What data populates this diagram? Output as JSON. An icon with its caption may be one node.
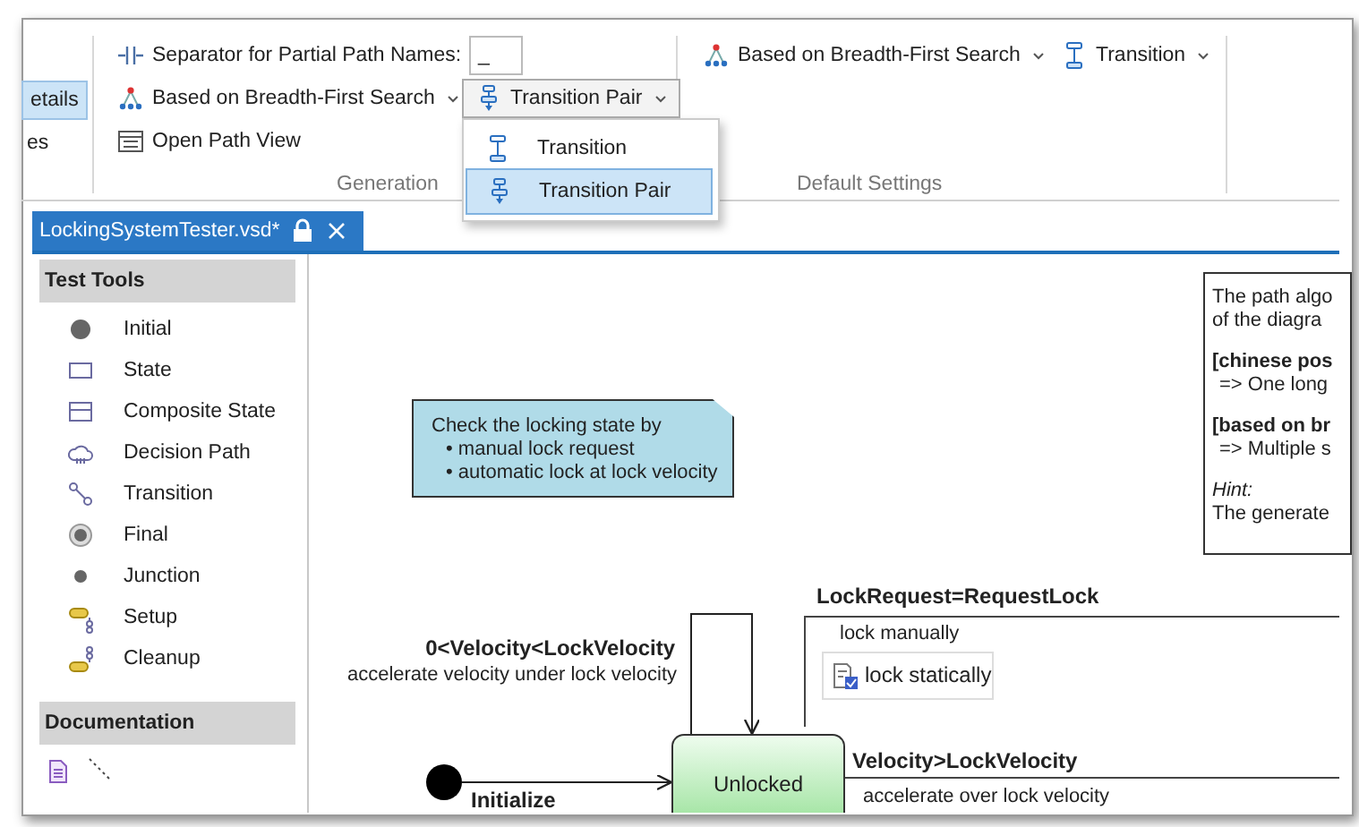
{
  "diagram": {
    "nodes": [
      {
        "text": [
          "Check the locking state by",
          "• manual lock request",
          "• automatic lock at lock velocity"
        ]
      },
      {
        "text": [
          "The path algo of the diagra",
          "[chinese pos",
          "=> One long",
          "[based on br",
          "=> Multiple s",
          "Hint:",
          "The generate"
        ]
      },
      {
        "text": [
          "LockRequest=RequestLock",
          "lock manually"
        ]
      },
      {
        "text": [
          "lock statically"
        ],
        "in": 2
      },
      {
        "text": [],
        "shape": "circle"
      },
      {
        "text": [
          "Unlocked"
        ]
      },
      {
        "text": [
          "Velocity>LockVelocity",
          "accelerate over lock velocity"
        ]
      }
    ],
    "edges": [
      {
        "from": 4,
        "to": 5,
        "arrow": "to",
        "label": "Initialize"
      },
      {
        "from": 5,
        "to": 5,
        "arrow": "to",
        "label": "0<Velocity<LockVelocity"
      }
    ],
    "labels": [
      "etails",
      "Separator for Partial Path Names:",
      "_",
      "Based on Breadth-First Search",
      "Transition Pair",
      "Based on Breadth-First Search",
      "Transition",
      "es",
      "Open Path View",
      "Transition",
      "Transition Pair",
      "Generation",
      "Default Settings",
      "LockingSystemTester.vsd*",
      "Test Tools",
      "Initial",
      "State",
      "Composite State",
      "Decision Path",
      "Transition",
      "Final",
      "Junction",
      "Setup",
      "Cleanup",
      "Documentation",
      "accelerate velocity under lock velocity"
    ]
  }
}
